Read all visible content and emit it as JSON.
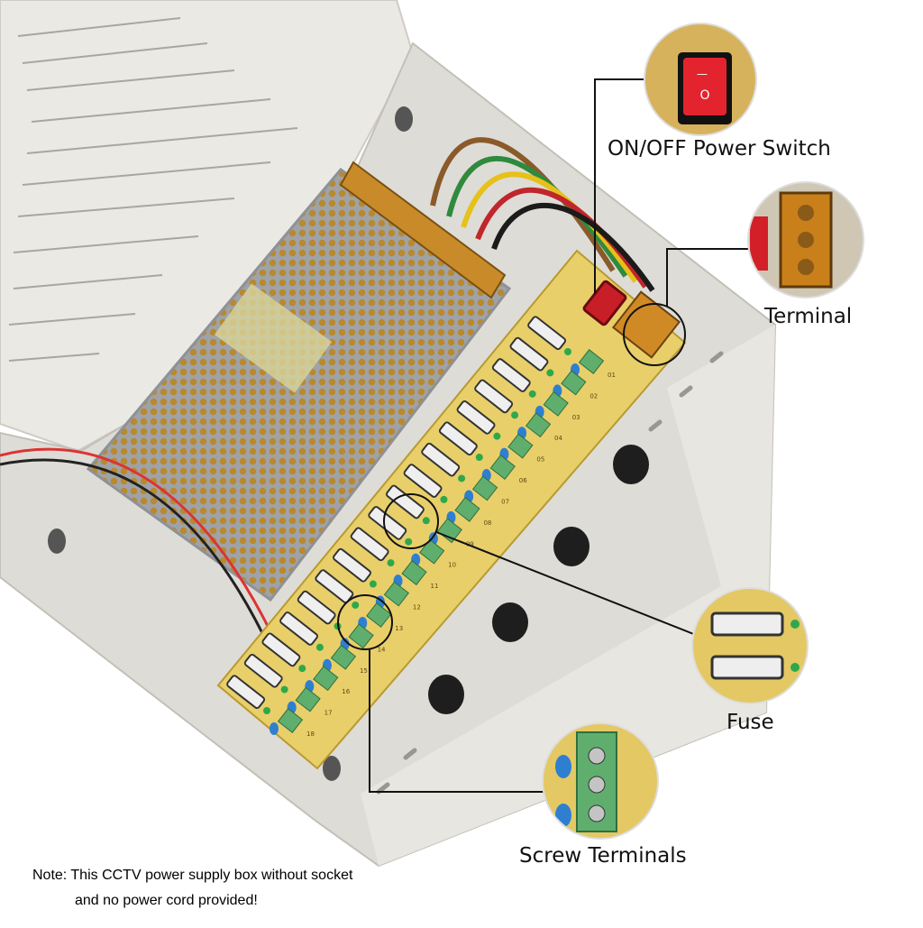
{
  "callouts": {
    "switch": "ON/OFF Power Switch",
    "terminal": "Terminal",
    "fuse": "Fuse",
    "screw_terminals": "Screw Terminals"
  },
  "note": {
    "line1": "Note: This CCTV power supply box without socket",
    "line2": "and no power cord provided!"
  },
  "switch_marks": {
    "on": "—",
    "off": "O"
  },
  "channel_labels": [
    "01",
    "02",
    "03",
    "04",
    "05",
    "06",
    "07",
    "08",
    "09",
    "10",
    "11",
    "12",
    "13",
    "14",
    "15",
    "16",
    "17",
    "18"
  ],
  "colors": {
    "enclosure": "#e4e2dc",
    "pcb": "#e8cf6a",
    "terminal_green": "#5fae6e",
    "capacitor_blue": "#2f7fd0",
    "switch_red": "#d8212b",
    "psu_metal": "#b9bcc0"
  }
}
